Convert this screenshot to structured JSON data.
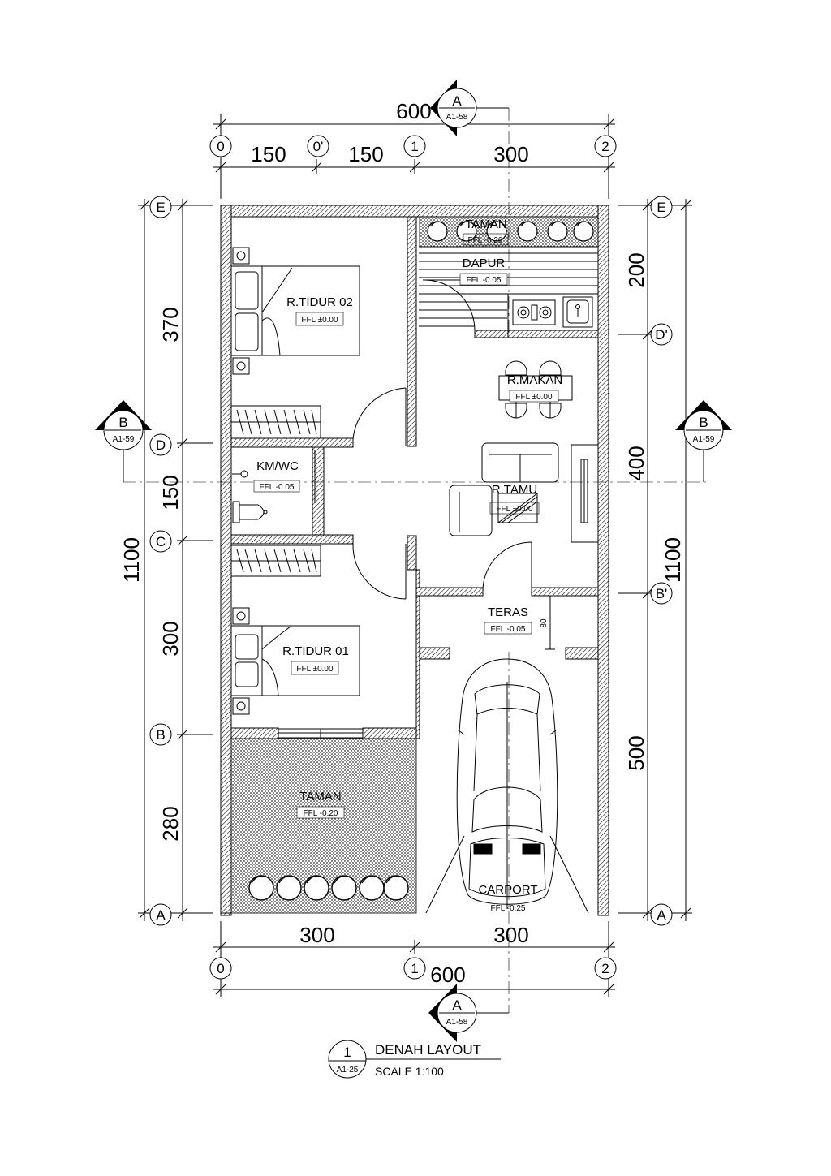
{
  "drawing": {
    "title": "DENAH LAYOUT",
    "scale": "SCALE 1:100",
    "number": "1",
    "sheet": "A1-25"
  },
  "dimensions": {
    "top_total": "600",
    "top_parts": [
      "150",
      "150",
      "300"
    ],
    "bottom_total": "600",
    "bottom_parts": [
      "300",
      "300"
    ],
    "left_total": "1100",
    "left_parts": [
      "370",
      "150",
      "300",
      "280"
    ],
    "right_total": "1100",
    "right_parts": [
      "200",
      "400",
      "500"
    ],
    "teras_depth": "80"
  },
  "grid_labels": {
    "top": [
      "0",
      "0'",
      "1",
      "2"
    ],
    "bottom": [
      "0",
      "1",
      "2"
    ],
    "left": [
      "E",
      "D",
      "C",
      "B",
      "A"
    ],
    "right": [
      "E",
      "D'",
      "B'",
      "A"
    ]
  },
  "section_markers": {
    "a_top": {
      "letter": "A",
      "ref": "A1-58"
    },
    "a_bottom": {
      "letter": "A",
      "ref": "A1-58"
    },
    "b_left": {
      "letter": "B",
      "ref": "A1-59"
    },
    "b_right": {
      "letter": "B",
      "ref": "A1-59"
    }
  },
  "rooms": {
    "taman_back": {
      "name": "TAMAN",
      "ffl": "FFL -0.20"
    },
    "dapur": {
      "name": "DAPUR",
      "ffl": "FFL -0.05"
    },
    "tidur02": {
      "name": "R.TIDUR 02",
      "ffl": "FFL ±0.00"
    },
    "makan": {
      "name": "R.MAKAN",
      "ffl": "FFL ±0.00"
    },
    "kmwc": {
      "name": "KM/WC",
      "ffl": "FFL -0.05"
    },
    "tamu": {
      "name": "R.TAMU",
      "ffl": "FFL ±0.00"
    },
    "teras": {
      "name": "TERAS",
      "ffl": "FFL -0.05"
    },
    "tidur01": {
      "name": "R.TIDUR 01",
      "ffl": "FFL ±0.00"
    },
    "taman_front": {
      "name": "TAMAN",
      "ffl": "FFL -0.20"
    },
    "carport": {
      "name": "CARPORT",
      "ffl": "FFL -0.25"
    }
  },
  "icons": [
    "section-marker-icon",
    "grid-bubble-icon",
    "bed-icon",
    "wardrobe-icon",
    "toilet-icon",
    "door-swing-icon",
    "stove-icon",
    "sink-icon",
    "sofa-icon",
    "tv-cabinet-icon",
    "dining-chair-icon",
    "car-icon",
    "shrub-icon"
  ]
}
